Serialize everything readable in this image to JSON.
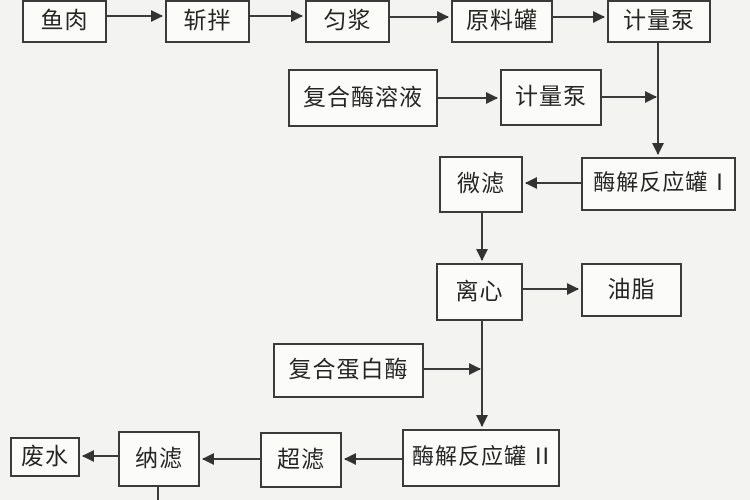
{
  "diagram": {
    "type": "process-flowchart",
    "language": "zh-CN",
    "nodes": {
      "fish": {
        "label": "鱼肉"
      },
      "chop": {
        "label": "斩拌"
      },
      "homogenate": {
        "label": "匀浆"
      },
      "raw_material_tank": {
        "label": "原料罐"
      },
      "metering_pump_1": {
        "label": "计量泵"
      },
      "compound_enzyme_solution": {
        "label": "复合酶溶液"
      },
      "metering_pump_2": {
        "label": "计量泵"
      },
      "microfiltration": {
        "label": "微滤"
      },
      "hydrolysis_reactor_1": {
        "label": "酶解反应罐 I"
      },
      "centrifuge": {
        "label": "离心"
      },
      "oil": {
        "label": "油脂"
      },
      "compound_protease": {
        "label": "复合蛋白酶"
      },
      "hydrolysis_reactor_2": {
        "label": "酶解反应罐 II"
      },
      "ultrafiltration": {
        "label": "超滤"
      },
      "nanofiltration": {
        "label": "纳滤"
      },
      "wastewater": {
        "label": "废水"
      }
    },
    "edges": [
      {
        "from": "fish",
        "to": "chop"
      },
      {
        "from": "chop",
        "to": "homogenate"
      },
      {
        "from": "homogenate",
        "to": "raw_material_tank"
      },
      {
        "from": "raw_material_tank",
        "to": "metering_pump_1"
      },
      {
        "from": "metering_pump_1",
        "to": "hydrolysis_reactor_1"
      },
      {
        "from": "compound_enzyme_solution",
        "to": "metering_pump_2"
      },
      {
        "from": "metering_pump_2",
        "to": "hydrolysis_reactor_1"
      },
      {
        "from": "hydrolysis_reactor_1",
        "to": "microfiltration"
      },
      {
        "from": "microfiltration",
        "to": "centrifuge"
      },
      {
        "from": "centrifuge",
        "to": "oil"
      },
      {
        "from": "centrifuge",
        "to": "hydrolysis_reactor_2"
      },
      {
        "from": "compound_protease",
        "to": "hydrolysis_reactor_2"
      },
      {
        "from": "hydrolysis_reactor_2",
        "to": "ultrafiltration"
      },
      {
        "from": "ultrafiltration",
        "to": "nanofiltration"
      },
      {
        "from": "nanofiltration",
        "to": "wastewater"
      },
      {
        "from": "nanofiltration",
        "to": "offscreen-bottom"
      }
    ],
    "colors": {
      "background": "#f3f3f1",
      "box_fill": "#fbfbfa",
      "line": "#3b3b3b",
      "text": "#262626"
    }
  }
}
